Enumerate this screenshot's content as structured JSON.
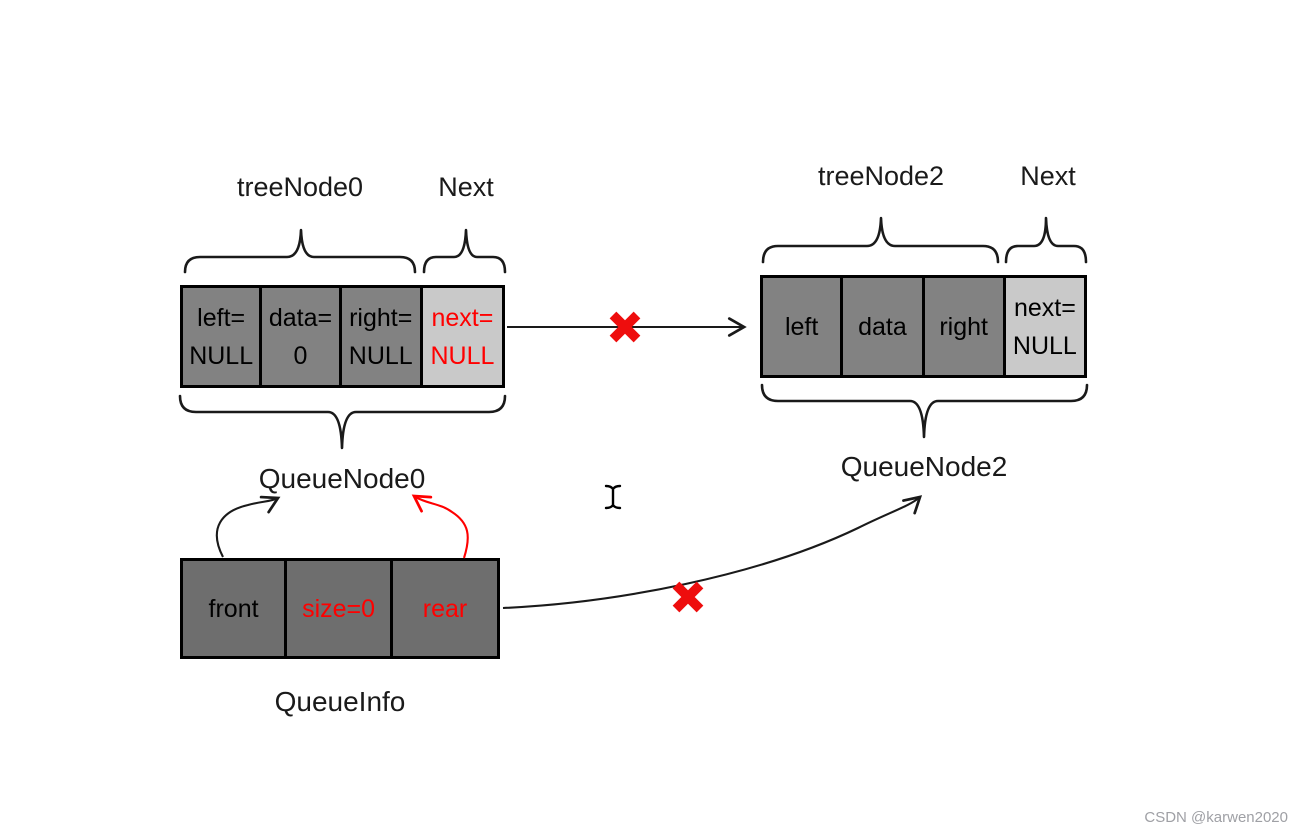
{
  "colors": {
    "ink": "#1A1A1A",
    "tree-cell-dark": "#828282",
    "tree-cell-light": "#C9C9C9",
    "queue-cell-dark": "#6E6E6E",
    "highlight-red": "#FF0000",
    "x-mark-red": "#EE0D0D",
    "watermark-gray": "#9FA0A5"
  },
  "tree_node0": {
    "label": "treeNode0",
    "next_label": "Next",
    "caption": "QueueNode0",
    "cells": [
      {
        "line1": "left=",
        "line2": "NULL"
      },
      {
        "line1": "data=",
        "line2": "0"
      },
      {
        "line1": "right=",
        "line2": "NULL"
      },
      {
        "line1": "next=",
        "line2": "NULL"
      }
    ]
  },
  "tree_node2": {
    "label": "treeNode2",
    "next_label": "Next",
    "caption": "QueueNode2",
    "cells": [
      {
        "text": "left"
      },
      {
        "text": "data"
      },
      {
        "text": "right"
      },
      {
        "line1": "next=",
        "line2": "NULL"
      }
    ]
  },
  "queue_info": {
    "caption": "QueueInfo",
    "cells": [
      {
        "text": "front"
      },
      {
        "text": "size=0"
      },
      {
        "text": "rear"
      }
    ]
  },
  "watermark": "CSDN @karwen2020"
}
